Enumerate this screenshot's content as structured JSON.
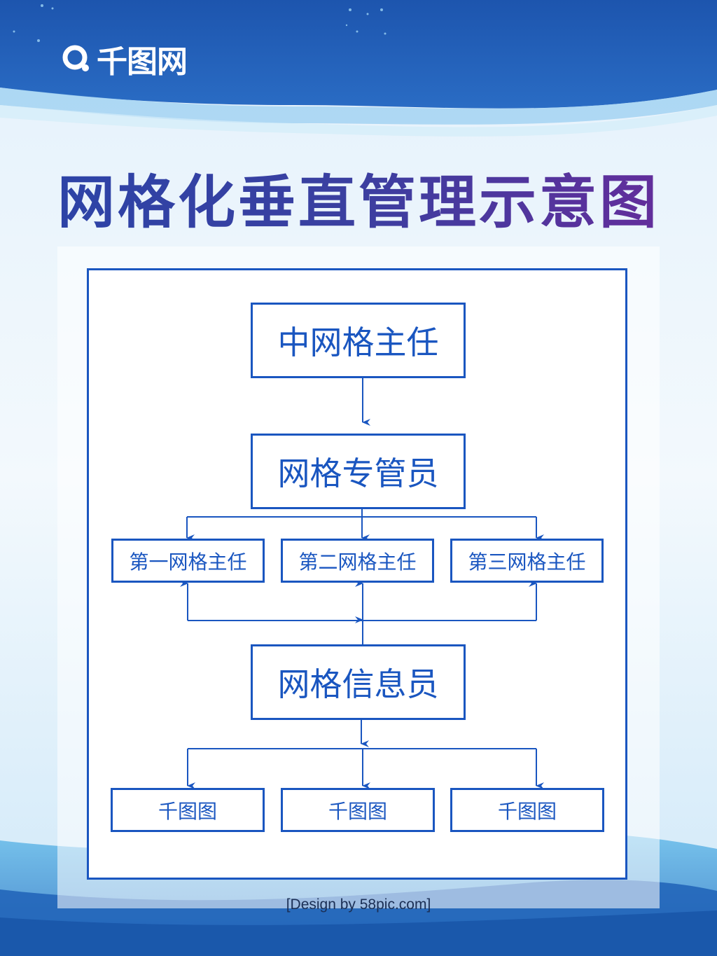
{
  "logo": {
    "text": "千图网",
    "icon": "logo-q-icon"
  },
  "title": "网格化垂直管理示意图",
  "nodes": {
    "top": "中网格主任",
    "level2": "网格专管员",
    "managers": [
      "第一网格主任",
      "第二网格主任",
      "第三网格主任"
    ],
    "info": "网格信息员",
    "bottom": [
      "千图图",
      "千图图",
      "千图图"
    ]
  },
  "credit": "[Design by 58pic.com]",
  "colors": {
    "accent": "#1a56c0",
    "header_blue": "#1f5fb4",
    "title_start": "#2a44a8",
    "title_end": "#6a2a9a"
  }
}
